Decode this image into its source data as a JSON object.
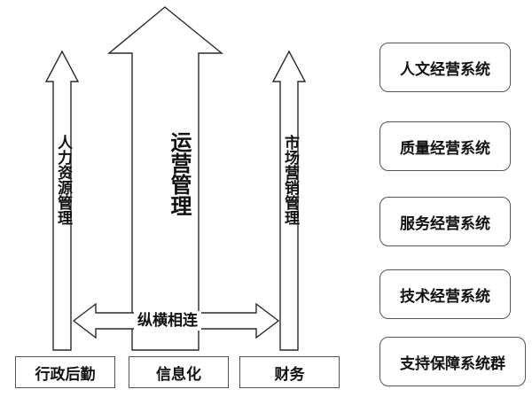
{
  "diagram": {
    "center_arrow": "运营管理",
    "left_arrow": "人力资源管理",
    "right_arrow": "市场营销管理",
    "connector_label": "纵横相连",
    "bottom_boxes": [
      "行政后勤",
      "信息化",
      "财务"
    ],
    "systems": [
      "人文经营系统",
      "质量经营系统",
      "服务经营系统",
      "技术经营系统",
      "支持保障系统群"
    ]
  }
}
